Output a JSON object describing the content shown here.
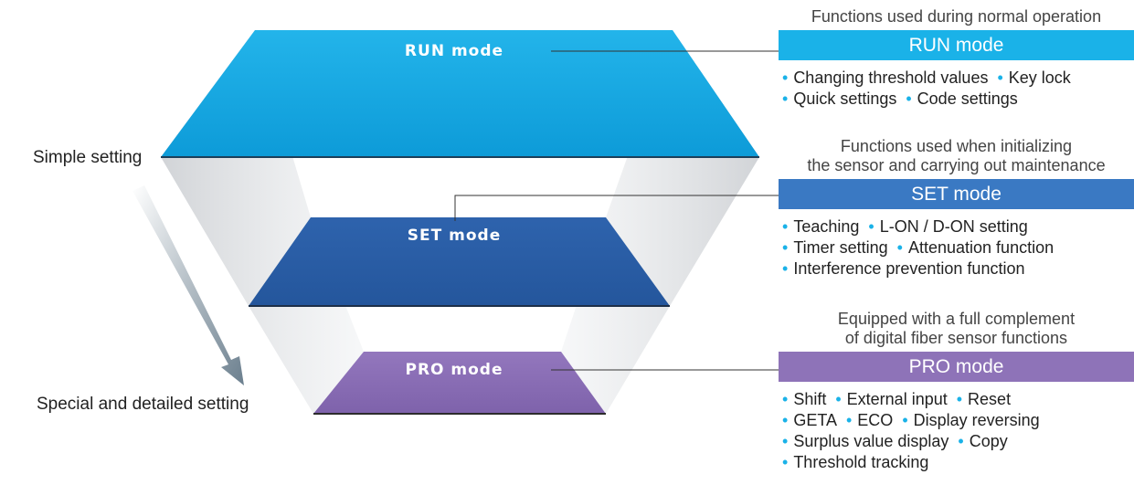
{
  "diagram": {
    "planes": [
      {
        "label": "RUN mode",
        "color": "#1ab2e8"
      },
      {
        "label": "SET mode",
        "color": "#3a79c3"
      },
      {
        "label": "PRO mode",
        "color": "#8e73b8"
      }
    ],
    "arrow": {
      "start_label": "Simple setting",
      "end_label": "Special and detailed setting"
    }
  },
  "run": {
    "caption": "Functions used during normal operation",
    "title": "RUN mode",
    "rows": [
      [
        "Changing threshold values",
        "Key lock"
      ],
      [
        "Quick settings",
        "Code settings"
      ]
    ]
  },
  "set": {
    "caption_line1": "Functions used when initializing",
    "caption_line2": "the sensor and carrying out maintenance",
    "title": "SET mode",
    "rows": [
      [
        "Teaching",
        "L-ON / D-ON setting"
      ],
      [
        "Timer setting",
        "Attenuation function"
      ],
      [
        "Interference prevention function"
      ]
    ]
  },
  "pro": {
    "caption_line1": "Equipped with a full complement",
    "caption_line2": "of digital fiber sensor functions",
    "title": "PRO mode",
    "rows": [
      [
        "Shift",
        "External input",
        "Reset"
      ],
      [
        "GETA",
        "ECO",
        "Display reversing"
      ],
      [
        "Surplus value display",
        "Copy"
      ],
      [
        "Threshold tracking"
      ]
    ]
  },
  "colors": {
    "bullet": "#1ab2e8",
    "leader_line": "#333333"
  }
}
